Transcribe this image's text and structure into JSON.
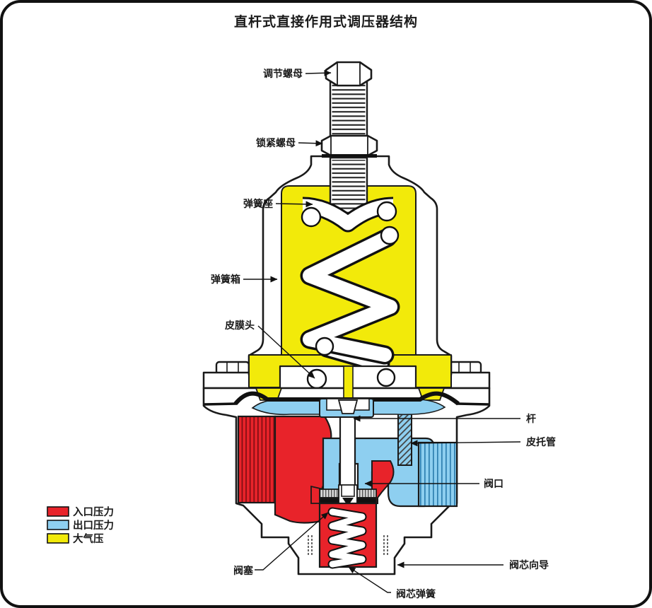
{
  "title": "直杆式直接作用式调压器结构",
  "labels": {
    "adjusting_nut": "调节螺母",
    "lock_nut": "锁紧螺母",
    "spring_seat": "弹簧座",
    "spring_case": "弹簧箱",
    "diaphragm_head": "皮膜头",
    "stem": "杆",
    "pitot_tube": "皮托管",
    "valve_port": "阀口",
    "valve_plug": "阀塞",
    "valve_core_guide": "阀芯向导",
    "valve_core_spring": "阀芯弹簧"
  },
  "legend": {
    "items": [
      {
        "name": "inlet-pressure",
        "label": "入口压力",
        "color": "#e8232a"
      },
      {
        "name": "outlet-pressure",
        "label": "出口压力",
        "color": "#8ecff0"
      },
      {
        "name": "atmospheric-pressure",
        "label": "大气压",
        "color": "#f2ea0a"
      }
    ]
  },
  "colors": {
    "title": "#9a9800",
    "outline": "#1a1a1a",
    "inlet_red": "#e8232a",
    "outlet_blue": "#8ecff0",
    "atmosphere_yellow": "#f2ea0a"
  }
}
